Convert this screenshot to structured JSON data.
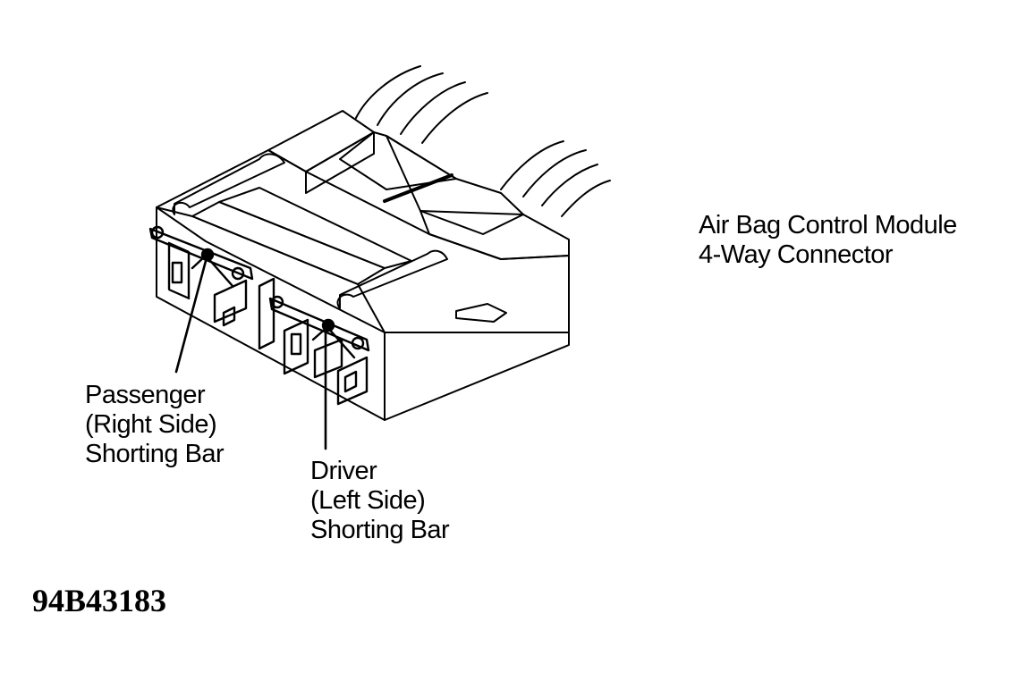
{
  "diagram": {
    "title": [
      "Air Bag Control Module",
      "4-Way Connector"
    ],
    "passenger_label": [
      "Passenger",
      "(Right Side)",
      "Shorting Bar"
    ],
    "driver_label": [
      "Driver",
      "(Left Side)",
      "Shorting Bar"
    ],
    "figure_id": "94B43183"
  },
  "colors": {
    "ink": "#000000",
    "paper": "#ffffff"
  }
}
